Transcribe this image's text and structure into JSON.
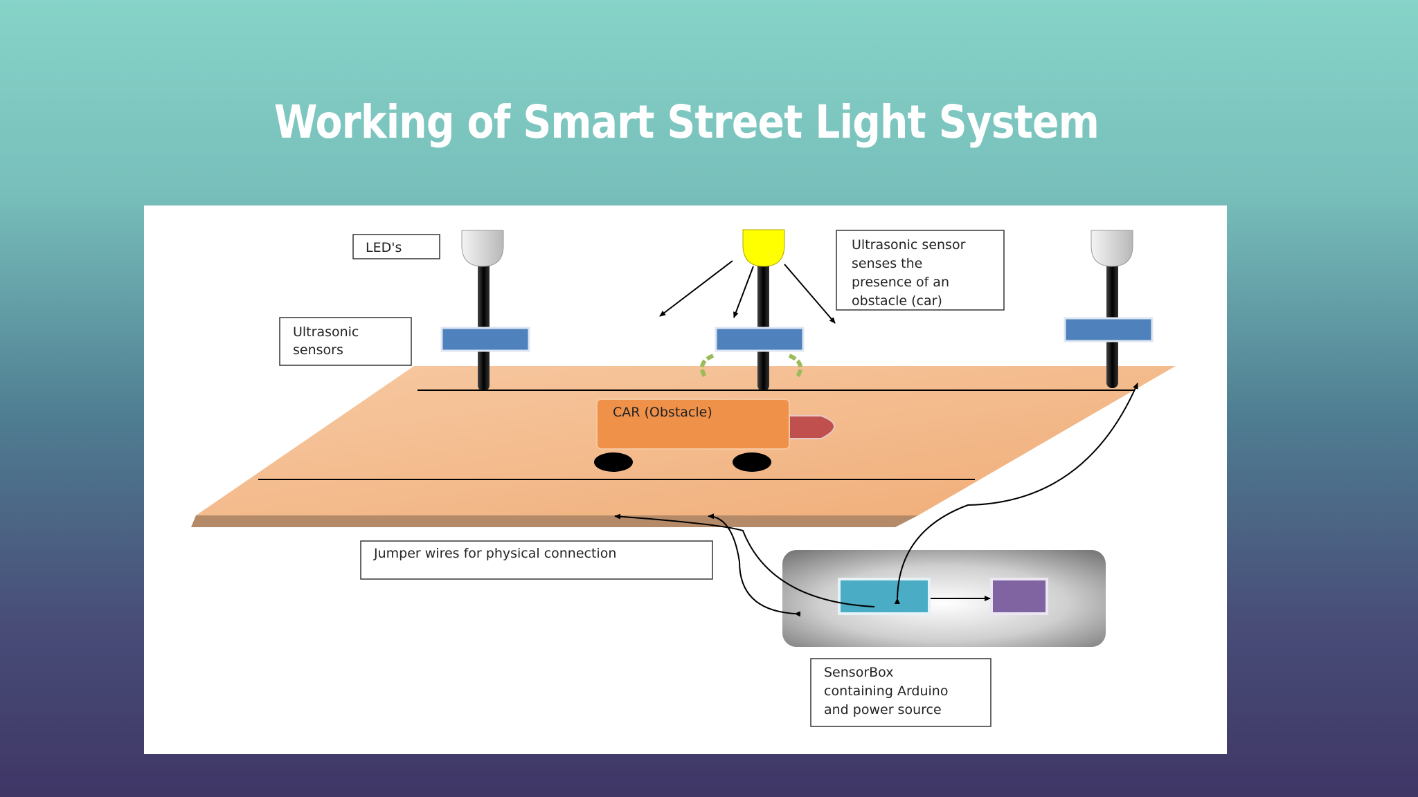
{
  "title": "Working of Smart Street Light System",
  "labels": {
    "leds": "LED's",
    "ultrasonic_sensors": [
      "Ultrasonic",
      "sensors"
    ],
    "sensor_note": [
      "Ultrasonic sensor",
      "senses the",
      "presence of an",
      "obstacle (car)"
    ],
    "car": "CAR (Obstacle)",
    "jumper_wires": "Jumper wires for physical connection",
    "sensorbox": [
      "SensorBox",
      "containing Arduino",
      "and power source"
    ]
  },
  "colors": {
    "road": "#f2b482",
    "road_edge": "#b48a68",
    "sensor": "#4f81bd",
    "car": "#f0914a",
    "car_front": "#c0504d",
    "led_on": "#ffff00",
    "led_off": "#d0d0d0",
    "arduino": "#4bacc6",
    "power": "#8064a2",
    "sensing_arrows": "#9bbb59"
  }
}
